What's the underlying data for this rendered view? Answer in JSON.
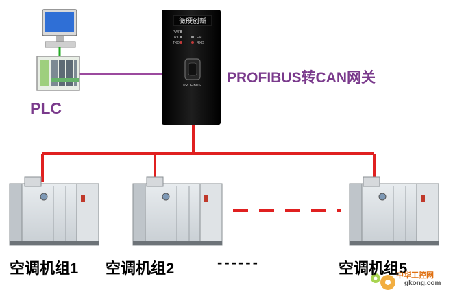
{
  "plc": {
    "label": "PLC"
  },
  "gateway": {
    "brand": "微硬创新",
    "led_labels": [
      "PWR",
      "RX",
      "FAI",
      "TXD",
      "RXD"
    ],
    "port_label": "PROFIBUS",
    "title": "PROFIBUS转CAN网关"
  },
  "units": [
    {
      "label": "空调机组1"
    },
    {
      "label": "空调机组2"
    },
    {
      "label": "空调机组5"
    }
  ],
  "ellipsis": "------",
  "watermark": {
    "name": "中华工控网",
    "url": "gkong.com"
  },
  "colors": {
    "label_purple": "#7a3a8c",
    "plc_link": "#9b4a9e",
    "can_bus": "#e02020",
    "gateway_body": "#0d0d0d"
  }
}
